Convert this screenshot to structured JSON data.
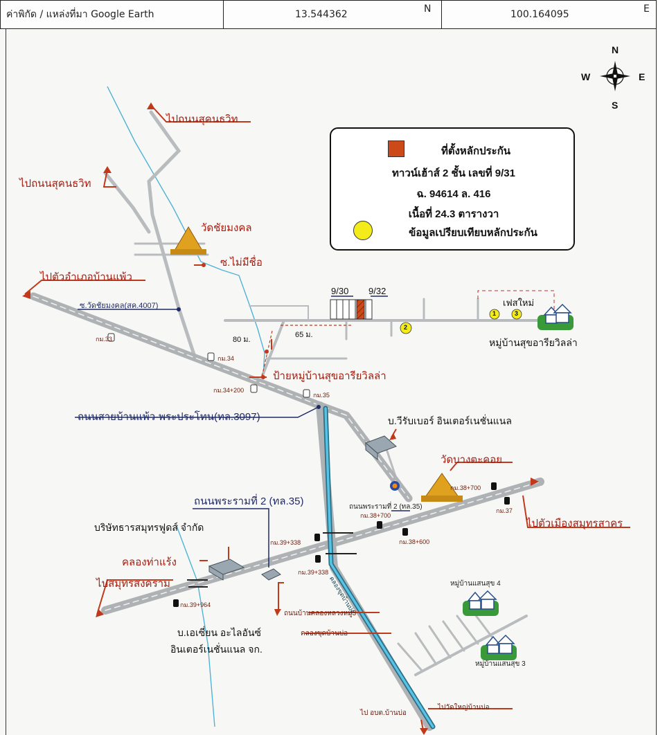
{
  "header": {
    "source_label": "ค่าพิกัด / แหล่งที่มา Google Earth",
    "latitude": "13.544362",
    "lat_dir": "N",
    "longitude": "100.164095",
    "lon_dir": "E"
  },
  "compass": {
    "n": "N",
    "s": "S",
    "e": "E",
    "w": "W"
  },
  "legend": {
    "collateral_label": "ที่ตั้งหลักประกัน",
    "property": "ทาวน์เฮ้าส์ 2 ชั้น เลขที่ 9/31",
    "title_deed": "ฉ. 94614 ล. 416",
    "area": "เนื้อที่  24.3 ตารางวา",
    "comparable_label": "ข้อมูลเปรียบเทียบหลักประกัน",
    "collateral_color": "#cc4a1a",
    "comparable_color": "#f3ec1a"
  },
  "labels": {
    "to_sukhumvit_1": "ไปถนนสุคนธวิท",
    "to_sukhumvit_2": "ไปถนนสุคนธวิท",
    "wat_chai_mongkhon": "วัดชัยมงคล",
    "soi_no_name": "ซ.ไม่มีชื่อ",
    "to_ban_phaeo": "ไปตัวอำเภอบ้านแพ้ว",
    "soi_wat_chai_mongkhon": "ซ.วัดชัยมงคล(สค.4007)",
    "dist_80": "80 ม.",
    "dist_65": "65 ม.",
    "plot_930": "9/30",
    "plot_932": "9/32",
    "phase_new": "เฟสใหม่",
    "village_sukho": "หมู่บ้านสุขอารียวิลล่า",
    "village_sign": "ป้ายหมู่บ้านสุขอารียวิลล่า",
    "highway_3097": "ถนนสายบ้านแพ้ว-พระประโทน(ทล.3097)",
    "company_virubber": "บ.วีรับเบอร์ อินเตอร์เนชั่นแนล",
    "wat_bang_takhoi": "วัดบางตะคอย",
    "rama2_label": "ถนนพระรามที่ 2 (ทล.35)",
    "rama2_road": "ถนนพระรามที่ 2 (ทล.35)",
    "to_samut_sakhon": "ไปตัวเมืองสมุทรสาคร",
    "company_tharasamut": "บริษัทธารสมุทรฟูดส์ จำกัด",
    "khlong_tha_raeng": "คลองท่าแร้ง",
    "to_samut_songkhram": "ไปสมุทรสงคราม",
    "company_asian_1": "บ.เอเซี่ยน อะไลอันซ์",
    "company_asian_2": "อินเตอร์เนชั่นแนล จก.",
    "road_ban_khlong_luang": "ถนนบ้านคลองหลวงหมู่3",
    "khlong_khut_ban_bo": "คลองขุดบ้านบ่อ",
    "khlong_vertical": "คลองขุดบ้านบ่อ",
    "village_saensuk4": "หมู่บ้านแสนสุข 4",
    "village_saensuk3": "หมู่บ้านแสนสุข 3",
    "to_sao_ban_bo": "ไป อบต.บ้านบ่อ",
    "to_wat_yai_ban_bo": "ไปวัดใหญ่บ้านบ่อ",
    "km_33": "กม.33",
    "km_34": "กม.34",
    "km_34_200": "กม.34+200",
    "km_35": "กม.35",
    "km_38_700a": "กม.38+700",
    "km_38_700b": "กม.38+700",
    "km_37": "กม.37",
    "km_38_600": "กม.38+600",
    "km_39_338a": "กม.39+338",
    "km_39_338b": "กม.39+338",
    "km_39_964": "กม.39+964",
    "marker_1": "1",
    "marker_2": "2",
    "marker_3": "3"
  }
}
